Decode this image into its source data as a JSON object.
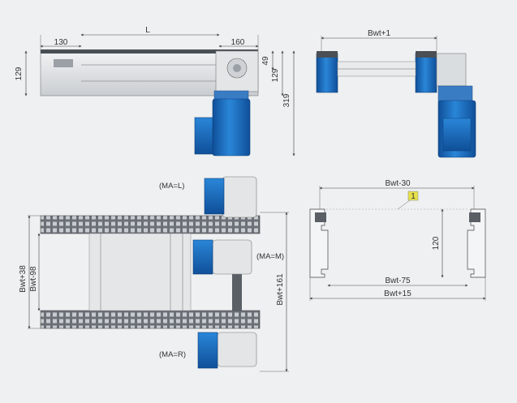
{
  "front_view": {
    "dim_left": "130",
    "dim_length": "L",
    "dim_right": "160",
    "dim_height_left": "129",
    "dim_height_right": "129",
    "dim_motor_offset": "49",
    "dim_total_height": "319"
  },
  "side_view": {
    "dim_width": "Bwt+1"
  },
  "top_view": {
    "mount_left": "(MA=L)",
    "mount_middle": "(MA=M)",
    "mount_right": "(MA=R)",
    "dim_outer": "Bwt+38",
    "dim_inner": "Bwt-98",
    "dim_total": "Bwt+161"
  },
  "section_view": {
    "dim_top": "Bwt-30",
    "callout": "1",
    "dim_height": "120",
    "dim_mid": "Bwt-75",
    "dim_bottom": "Bwt+15"
  },
  "colors": {
    "background": "#eef0f1",
    "motor_blue": "#1f74c4",
    "motor_dark": "#0f4f99",
    "frame_gray": "#d6d9dc",
    "chain_dark": "#5a5f66",
    "callout_yellow": "#e6e04a"
  }
}
